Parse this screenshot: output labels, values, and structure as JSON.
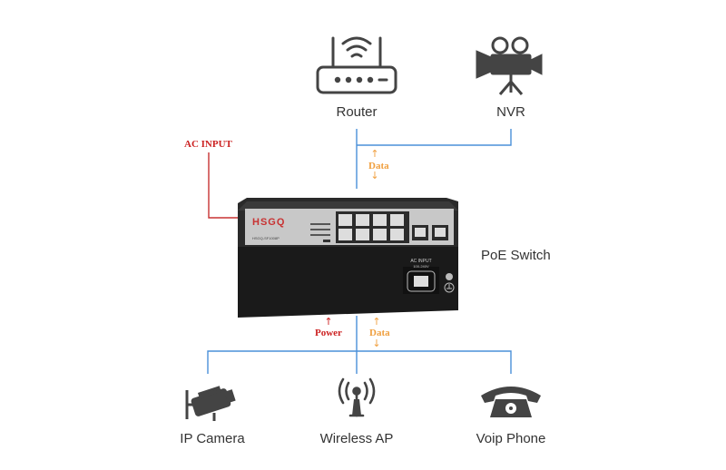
{
  "devices": {
    "router": "Router",
    "nvr": "NVR",
    "switch": "PoE Switch",
    "camera": "IP Camera",
    "ap": "Wireless AP",
    "phone": "Voip Phone"
  },
  "tags": {
    "ac_input": "AC INPUT",
    "data_top": "Data",
    "data_bottom": "Data",
    "power": "Power"
  },
  "switch_panel": {
    "brand": "HSGQ",
    "model": "HSGQ-SF1008P",
    "rear_label": "AC INPUT",
    "rear_sub": "100-240V"
  },
  "colors": {
    "network_line": "#4a90d9",
    "ac_line": "#c83232",
    "data_tag": "#f0a040",
    "power_tag": "#cc2222",
    "icon": "#444444"
  }
}
